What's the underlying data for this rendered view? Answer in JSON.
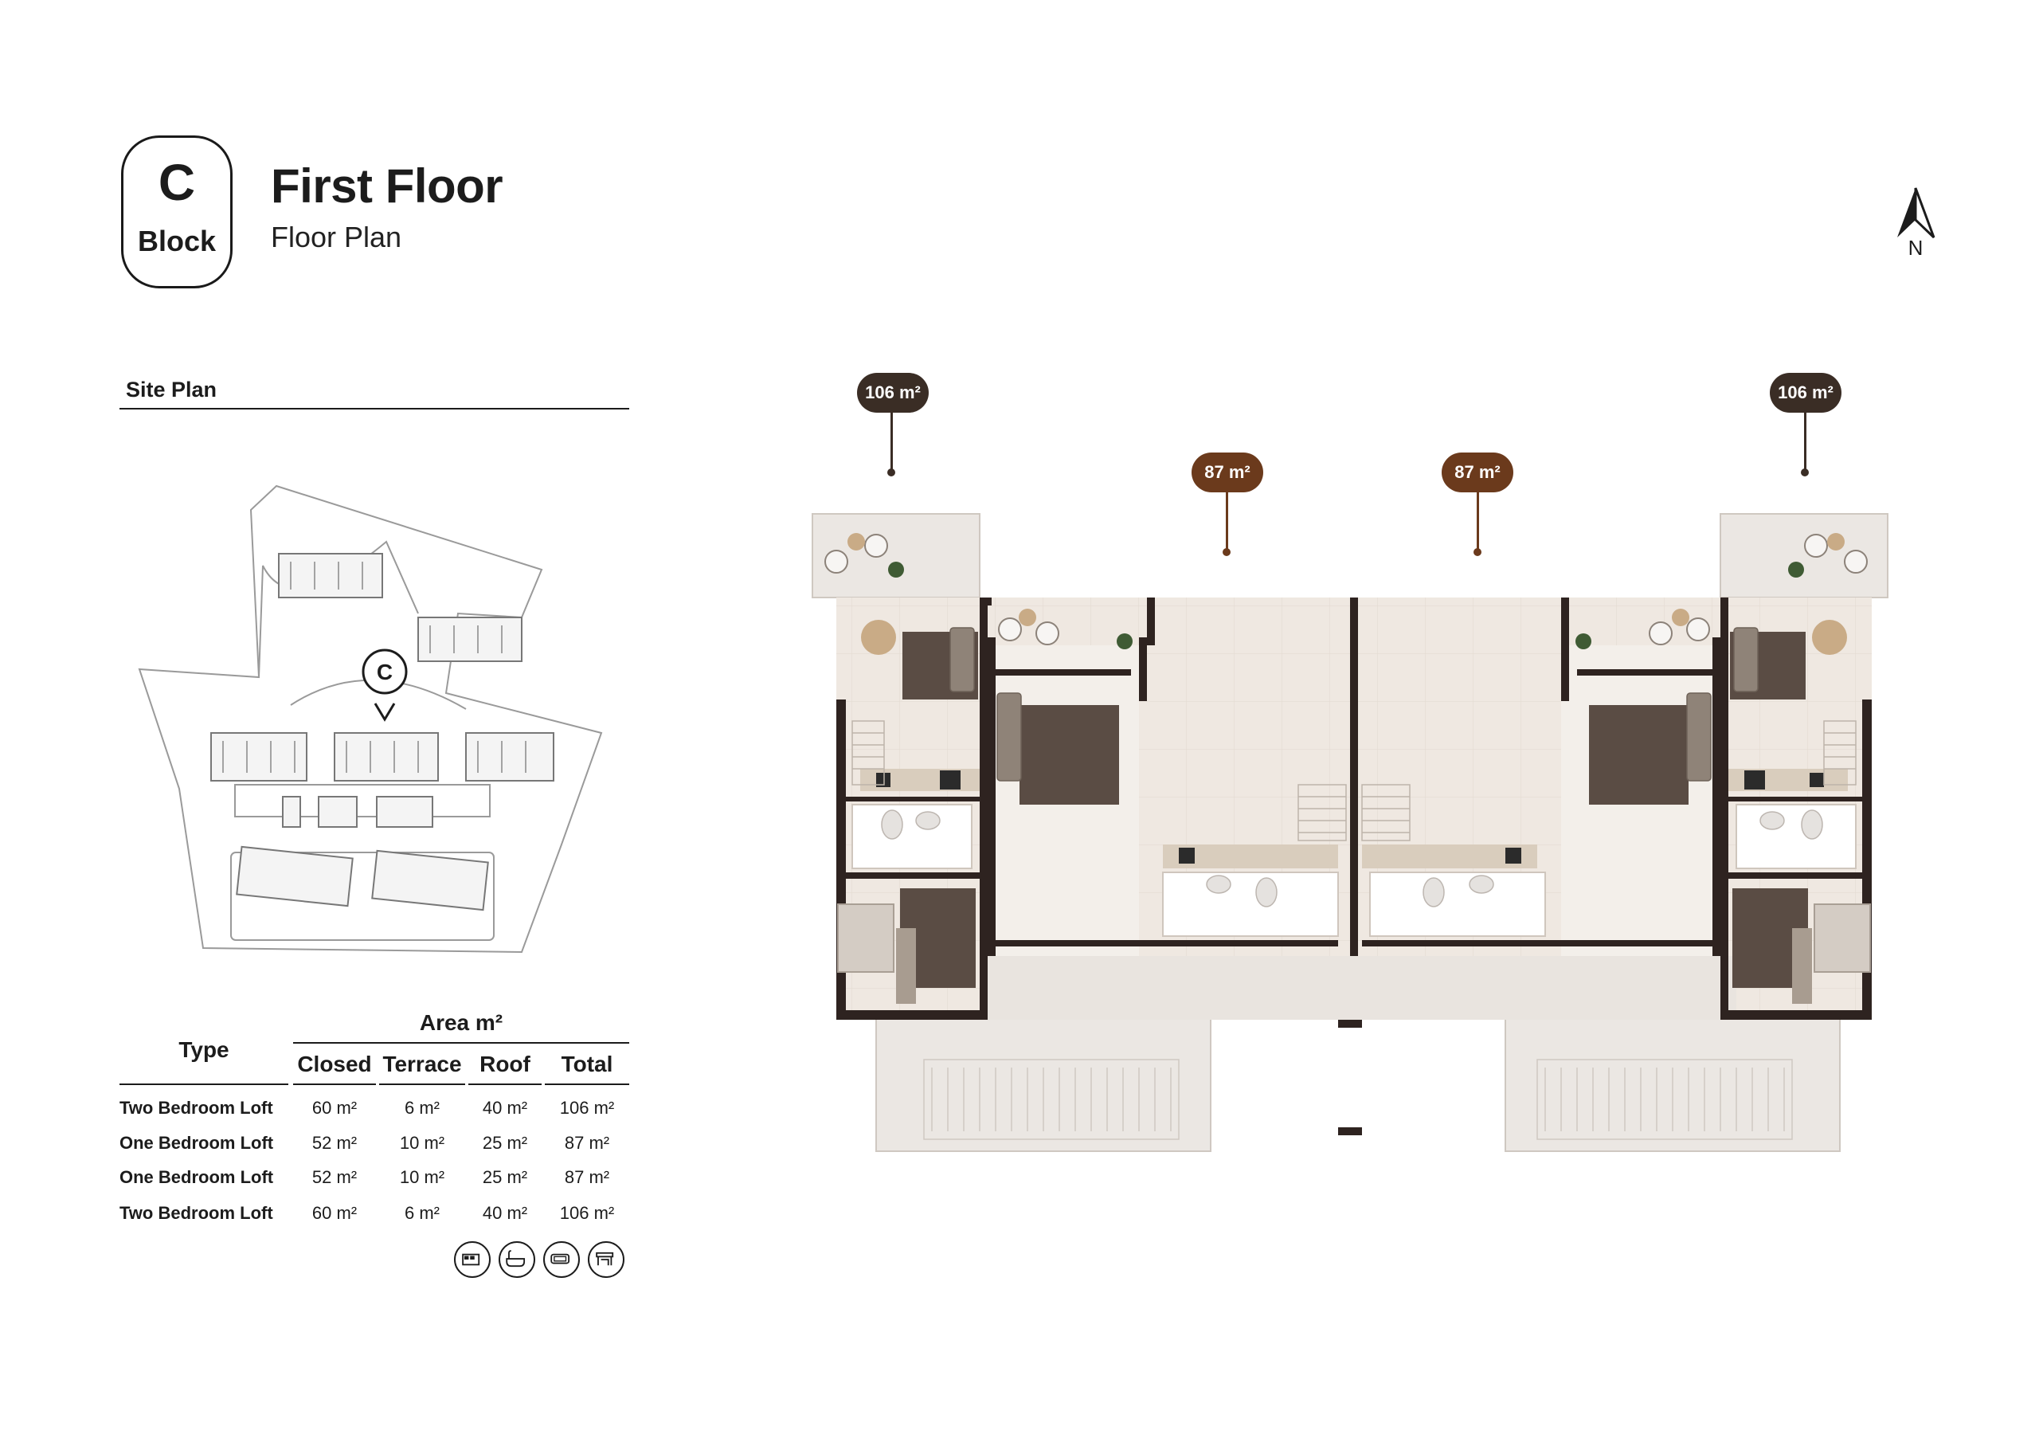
{
  "header": {
    "block_letter": "C",
    "block_word": "Block",
    "title": "First Floor",
    "subtitle": "Floor Plan",
    "north_label": "N"
  },
  "site_plan": {
    "heading": "Site Plan",
    "marker_letter": "C"
  },
  "area_table": {
    "type_header": "Type",
    "area_header": "Area m²",
    "columns": [
      "Closed",
      "Terrace",
      "Roof",
      "Total"
    ],
    "rows": [
      {
        "type": "Two Bedroom Loft",
        "closed": "60 m²",
        "terrace": "6 m²",
        "roof": "40 m²",
        "total": "106 m²"
      },
      {
        "type": "One Bedroom Loft",
        "closed": "52 m²",
        "terrace": "10 m²",
        "roof": "25 m²",
        "total": "87 m²"
      },
      {
        "type": "One Bedroom Loft",
        "closed": "52 m²",
        "terrace": "10 m²",
        "roof": "25 m²",
        "total": "87 m²"
      },
      {
        "type": "Two Bedroom Loft",
        "closed": "60 m²",
        "terrace": "6 m²",
        "roof": "40 m²",
        "total": "106 m²"
      }
    ]
  },
  "amenity_icons": [
    "bed-icon",
    "bathtub-icon",
    "sofa-icon",
    "dining-icon"
  ],
  "floor_plan": {
    "tags": [
      {
        "label": "106 m²",
        "color": "#3a2d25"
      },
      {
        "label": "87 m²",
        "color": "#6b3a1c"
      },
      {
        "label": "87 m²",
        "color": "#6b3a1c"
      },
      {
        "label": "106 m²",
        "color": "#3a2d25"
      }
    ]
  },
  "colors": {
    "wall": "#2e2320",
    "floor": "#efe7df",
    "terrace": "#e6e1dc",
    "rug": "#5a4c44",
    "accent_dark": "#3a2d25",
    "accent_brown": "#6b3a1c"
  }
}
